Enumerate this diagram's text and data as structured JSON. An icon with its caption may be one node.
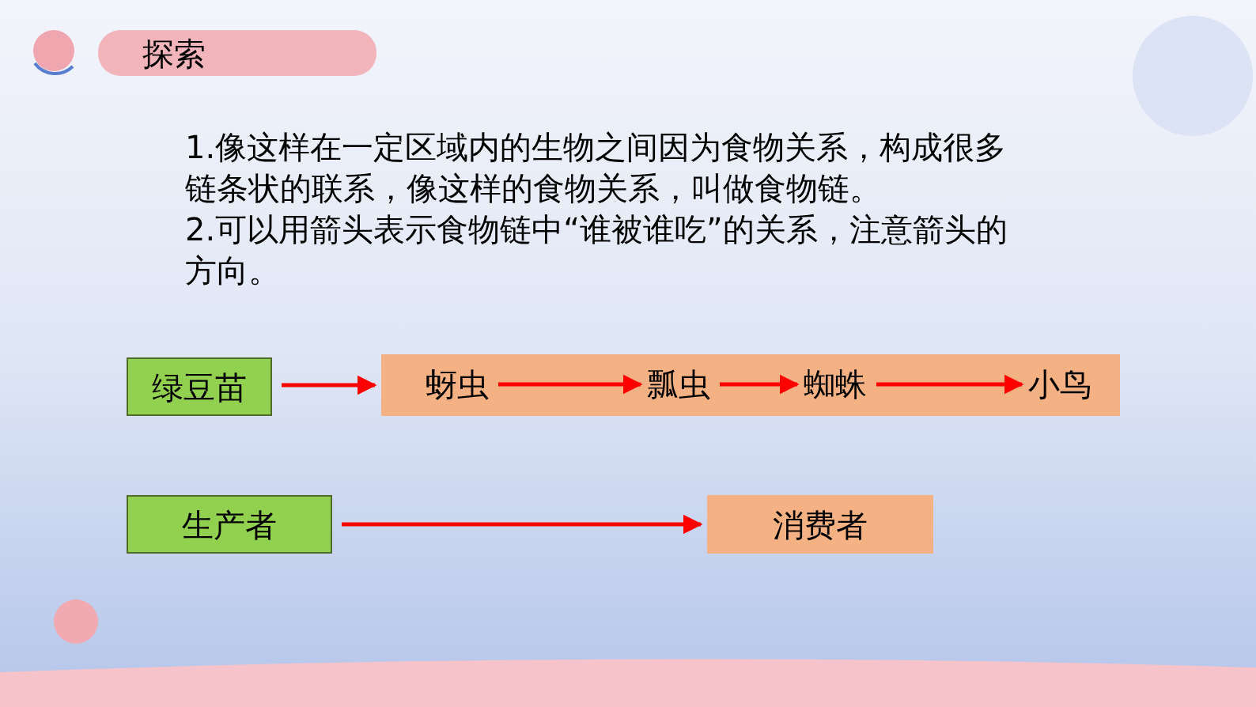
{
  "diagram": {
    "nodes": [
      {
        "text": [
          "探索"
        ]
      },
      {
        "text": [
          "绿豆苗"
        ]
      },
      {
        "text": [],
        "shape": "box"
      },
      {
        "text": [
          "蚜虫"
        ],
        "in": 2
      },
      {
        "text": [
          "瓢虫"
        ],
        "in": 2
      },
      {
        "text": [
          "蜘蛛"
        ],
        "in": 2
      },
      {
        "text": [
          "小鸟"
        ],
        "in": 2
      },
      {
        "text": [
          "生产者"
        ]
      },
      {
        "text": [
          "消费者"
        ]
      }
    ],
    "edges": [
      {
        "from": 1,
        "to": 2,
        "arrow": "to"
      },
      {
        "from": 3,
        "to": 4,
        "arrow": "to"
      },
      {
        "from": 4,
        "to": 5,
        "arrow": "to"
      },
      {
        "from": 5,
        "to": 6,
        "arrow": "to"
      },
      {
        "from": 7,
        "to": 8,
        "arrow": "to"
      }
    ],
    "labels": [
      "1.像这样在一定区域内的生物之间因为食物关系，构成很多链条状的联系，像这样的食物关系，叫做食物链。",
      "2.可以用箭头表示食物链中“谁被谁吃”的关系，注意箭头的方向。"
    ]
  }
}
